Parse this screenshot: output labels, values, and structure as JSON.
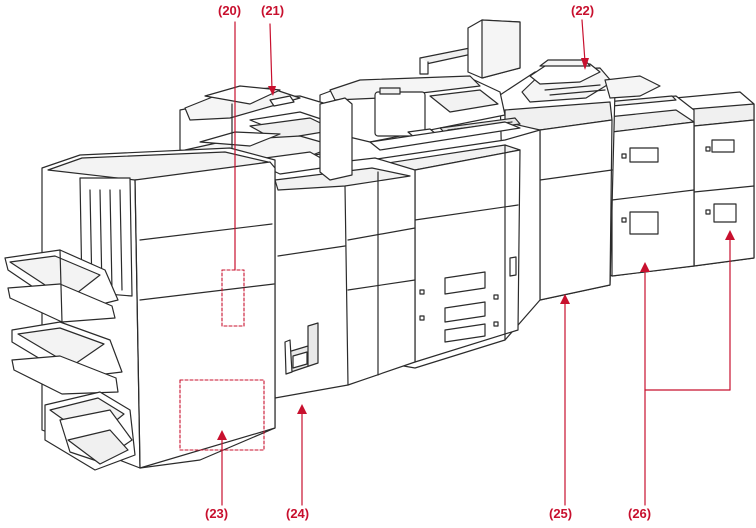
{
  "colors": {
    "callout": "#c8102e",
    "outline": "#2b2b2b",
    "body_fill": "#ffffff",
    "shadow_fill": "#e9e9e9"
  },
  "callouts": [
    {
      "id": "c20",
      "label": "(20)"
    },
    {
      "id": "c21",
      "label": "(21)"
    },
    {
      "id": "c22",
      "label": "(22)"
    },
    {
      "id": "c23",
      "label": "(23)"
    },
    {
      "id": "c24",
      "label": "(24)"
    },
    {
      "id": "c25",
      "label": "(25)"
    },
    {
      "id": "c26",
      "label": "(26)"
    }
  ]
}
